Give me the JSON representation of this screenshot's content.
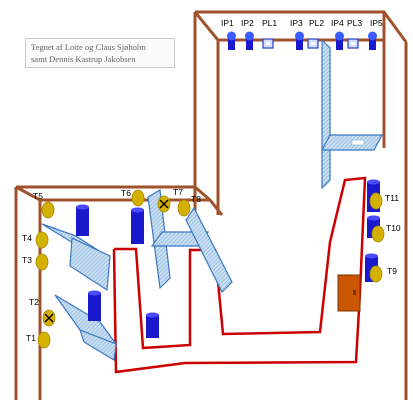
{
  "credit": {
    "line1": "Tegnet af Lotte og Claus Sjøholm",
    "line2": "samt Dennis Kastrup Jakobsen"
  },
  "colors": {
    "frame": "#a0522d",
    "lift_line": "#cc0000",
    "panel_fill": "#cfe3f5",
    "panel_stroke": "#3a78c2",
    "tank": "#1a1acc",
    "bulb": "#d4b000",
    "door": "#cc5500"
  },
  "top_labels": [
    "IP1",
    "IP2",
    "PL1",
    "IP3",
    "PL2",
    "IP4",
    "PL3",
    "IP5"
  ],
  "side_labels": [
    "T1",
    "T2",
    "T3",
    "T4",
    "T5",
    "T6",
    "T7",
    "T8",
    "T9",
    "T10",
    "T11"
  ]
}
